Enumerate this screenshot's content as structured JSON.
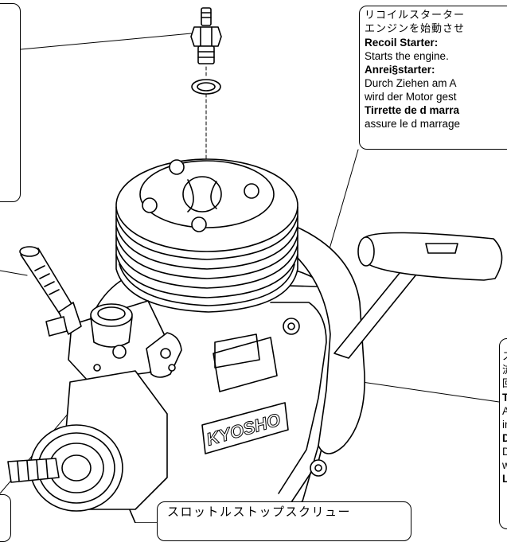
{
  "recoil_callout": {
    "jp_line1": "リコイルスターター",
    "jp_line2": "エンジンを始動させ",
    "en_heading": "Recoil Starter:",
    "en_text": "Starts the engine.",
    "de_heading": "Anrei§starter:",
    "de_text1": "Durch Ziehen am A",
    "de_text2": "wird der Motor gest",
    "fr_heading": "Tirrette de d marra",
    "fr_text": "assure le d marrage"
  },
  "right_callout": {
    "line1": "ス",
    "line2": "流",
    "line3": "回",
    "line4": "T",
    "line5": "A",
    "line6": "in",
    "line7": "D",
    "line8": "D",
    "line9": "w",
    "line10": "L"
  },
  "throttle_callout": {
    "jp": "スロットルストップスクリュー"
  },
  "engine_label": {
    "logo": "KYOSHO"
  }
}
